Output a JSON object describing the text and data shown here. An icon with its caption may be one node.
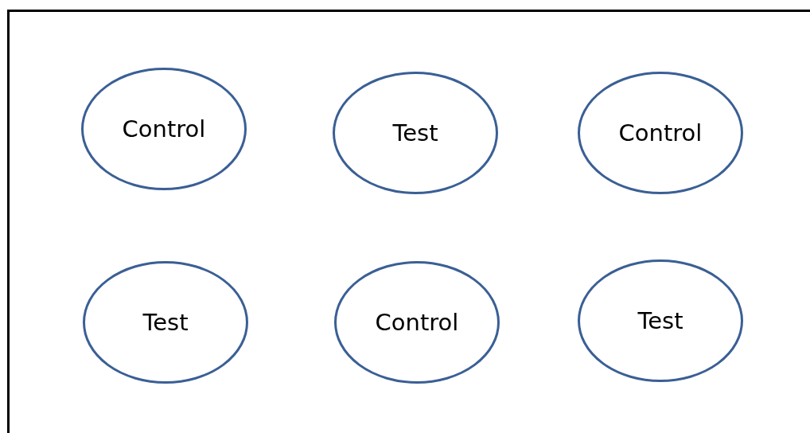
{
  "diagram": {
    "nodes": [
      {
        "text": [],
        "shape": "box"
      },
      {
        "text": [
          "Control"
        ],
        "in": 0
      },
      {
        "text": [
          "Test"
        ],
        "in": 0
      },
      {
        "text": [
          "Control"
        ],
        "in": 0
      },
      {
        "text": [
          "Test"
        ],
        "in": 0
      },
      {
        "text": [
          "Control"
        ],
        "in": 0
      },
      {
        "text": [
          "Test"
        ],
        "in": 0
      }
    ]
  }
}
